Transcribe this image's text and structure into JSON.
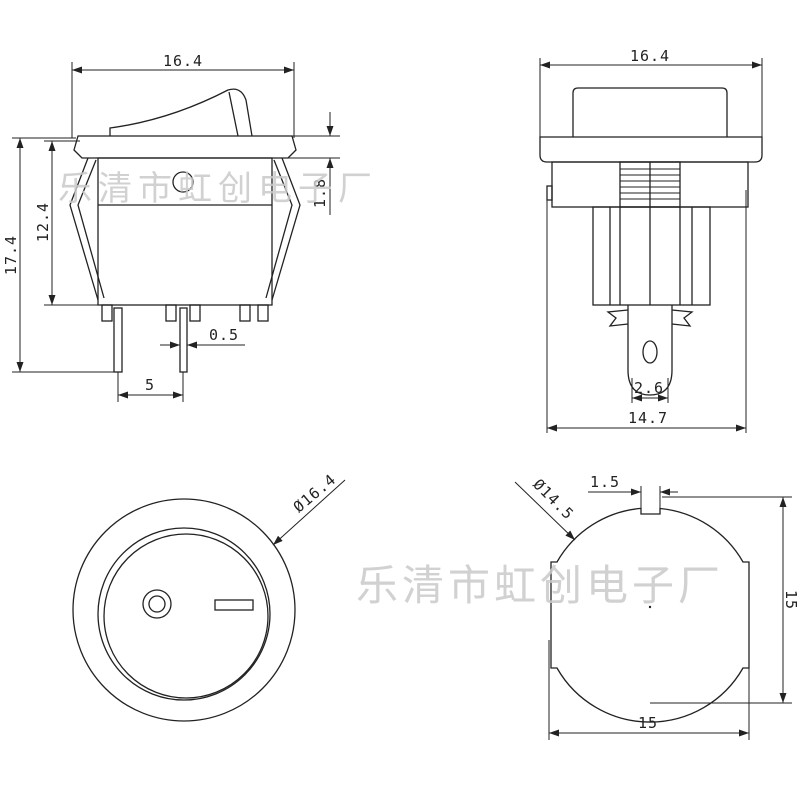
{
  "watermarks": [
    "乐清市虹创电子厂",
    "乐清市虹创电子厂"
  ],
  "front_view": {
    "width": "16.4",
    "height_total": "17.4",
    "height_body": "12.4",
    "bezel_thickness": "1.8",
    "pin_thickness": "0.5",
    "pin_spacing": "5"
  },
  "side_view": {
    "width": "16.4",
    "body_width": "14.7",
    "terminal_width": "2.6"
  },
  "top_view": {
    "diameter": "Ø16.4"
  },
  "cutout_view": {
    "diameter": "Ø14.5",
    "key_width": "1.5",
    "width": "15",
    "height": "15"
  },
  "colors": {
    "line": "#222222",
    "watermark": "#c9c9c9",
    "background": "#ffffff"
  }
}
